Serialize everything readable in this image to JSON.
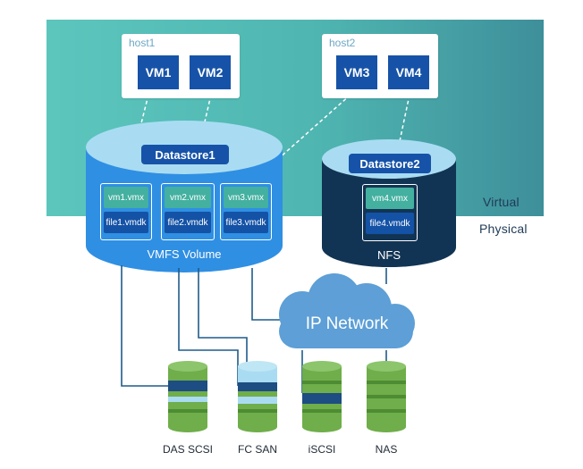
{
  "zones": {
    "virtual": "Virtual",
    "physical": "Physical"
  },
  "hosts": [
    {
      "label": "host1",
      "vms": [
        "VM1",
        "VM2"
      ]
    },
    {
      "label": "host2",
      "vms": [
        "VM3",
        "VM4"
      ]
    }
  ],
  "datastores": [
    {
      "title": "Datastore1",
      "volume": "VMFS Volume",
      "files": [
        {
          "vmx": "vm1.vmx",
          "vmdk": "file1.vmdk"
        },
        {
          "vmx": "vm2.vmx",
          "vmdk": "file2.vmdk"
        },
        {
          "vmx": "vm3.vmx",
          "vmdk": "file3.vmdk"
        }
      ]
    },
    {
      "title": "Datastore2",
      "volume": "NFS",
      "files": [
        {
          "vmx": "vm4.vmx",
          "vmdk": "file4.vmdk"
        }
      ]
    }
  ],
  "network": {
    "label": "IP Network"
  },
  "storage": [
    "DAS SCSI",
    "FC SAN",
    "iSCSI",
    "NAS"
  ],
  "colors": {
    "virtual_band": "#4fb5b1",
    "vm": "#1653a8",
    "vmfs": "#2f8fe3",
    "nfs": "#123454",
    "cloud": "#5d9fd6",
    "disk_green": "#6fae4a",
    "disk_navy": "#1d4d82",
    "line": "#1f5c8a"
  }
}
